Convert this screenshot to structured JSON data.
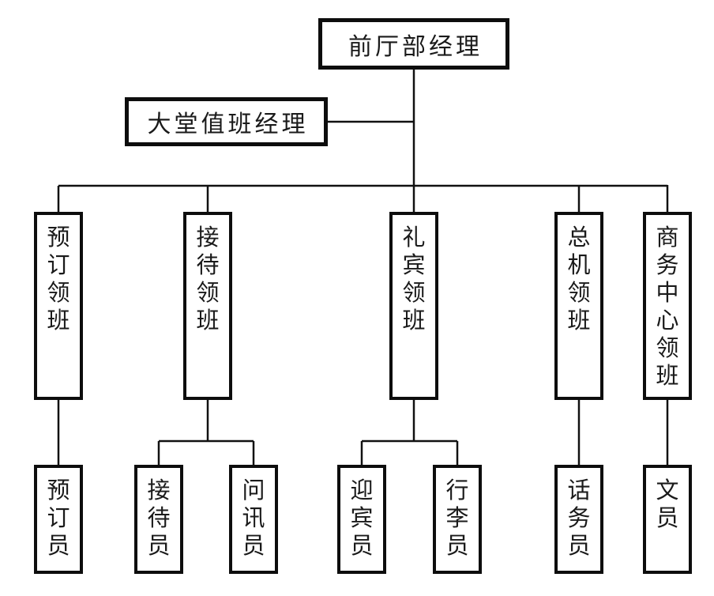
{
  "page": {
    "background_color": "#ffffff",
    "line_color": "#111111",
    "box_border_color": "#0d0d0d",
    "text_color": "#1a1a1a"
  },
  "org_chart": {
    "type": "organization-chart",
    "manager": {
      "label": "前厅部经理"
    },
    "duty_manager": {
      "label": "大堂值班经理",
      "reports_to": "前厅部经理"
    },
    "supervisors": [
      {
        "label": "预订领班",
        "reports_to": "前厅部经理"
      },
      {
        "label": "接待领班",
        "reports_to": "前厅部经理"
      },
      {
        "label": "礼宾领班",
        "reports_to": "前厅部经理"
      },
      {
        "label": "总机领班",
        "reports_to": "前厅部经理"
      },
      {
        "label": "商务中心领班",
        "reports_to": "前厅部经理"
      }
    ],
    "staff": [
      {
        "label": "预订员",
        "reports_to": "预订领班"
      },
      {
        "label": "接待员",
        "reports_to": "接待领班"
      },
      {
        "label": "问讯员",
        "reports_to": "接待领班"
      },
      {
        "label": "迎宾员",
        "reports_to": "礼宾领班"
      },
      {
        "label": "行李员",
        "reports_to": "礼宾领班"
      },
      {
        "label": "话务员",
        "reports_to": "总机领班"
      },
      {
        "label": "文员",
        "reports_to": "商务中心领班"
      }
    ]
  }
}
